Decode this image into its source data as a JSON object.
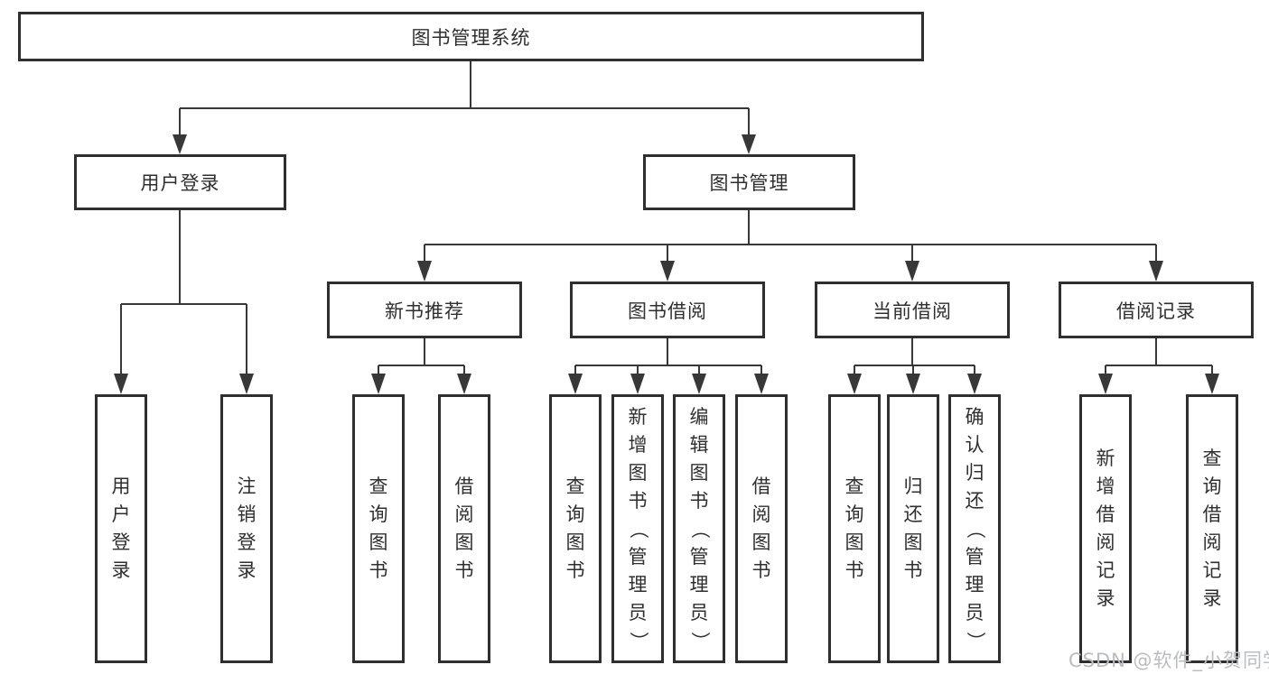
{
  "nodes": {
    "root": "图书管理系统",
    "level2": [
      "用户登录",
      "图书管理"
    ],
    "level3": [
      "新书推荐",
      "图书借阅",
      "当前借阅",
      "借阅记录"
    ],
    "leaves": {
      "user_login": [
        "用户登录",
        "注销登录"
      ],
      "new_books": [
        "查询图书",
        "借阅图书"
      ],
      "book_borrow": [
        "查询图书",
        "新增图书（管理员）",
        "编辑图书（管理员）",
        "借阅图书"
      ],
      "current_borrow": [
        "查询图书",
        "归还图书",
        "确认归还（管理员）"
      ],
      "borrow_records": [
        "新增借阅记录",
        "查询借阅记录"
      ]
    }
  },
  "colors": {
    "line": "#383838",
    "box_border": "#2f2f2f",
    "text": "#2f2f2f",
    "background": "#ffffff",
    "watermark": "#b9bcc1"
  },
  "watermark": {
    "text": "CSDN @软件_小贺同学"
  }
}
